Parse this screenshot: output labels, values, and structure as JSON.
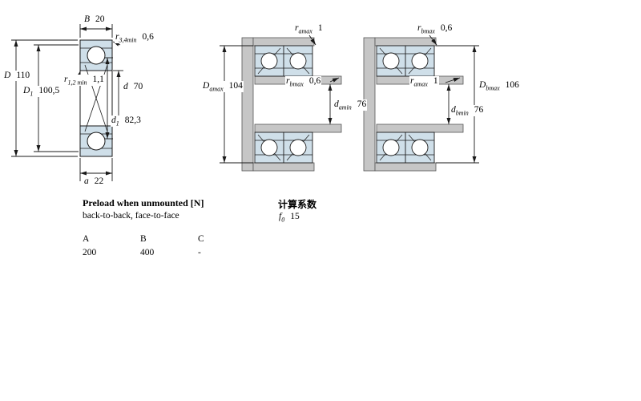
{
  "figures": {
    "left": {
      "B": {
        "base": "B",
        "value": "20"
      },
      "r34": {
        "base": "r",
        "sub": "3,4min",
        "value": "0,6"
      },
      "D": {
        "base": "D",
        "value": "110"
      },
      "r12": {
        "base": "r",
        "sub": "1,2 min",
        "value": "1,1"
      },
      "D1": {
        "base": "D",
        "sub": "1",
        "value": "100,5"
      },
      "d": {
        "base": "d",
        "value": "70"
      },
      "d1": {
        "base": "d",
        "sub": "1",
        "value": "82,3"
      },
      "a": {
        "base": "a",
        "value": "22"
      }
    },
    "back_to_back": {
      "ramax": {
        "base": "r",
        "sub": "amax",
        "value": "1"
      },
      "Damax": {
        "base": "D",
        "sub": "amax",
        "value": "104"
      },
      "rbmax": {
        "base": "r",
        "sub": "bmax",
        "value": "0,6"
      },
      "damin": {
        "base": "d",
        "sub": "amin",
        "value": "76"
      }
    },
    "face_to_face": {
      "rbmax": {
        "base": "r",
        "sub": "bmax",
        "value": "0,6"
      },
      "ramax": {
        "base": "r",
        "sub": "amax",
        "value": "1"
      },
      "Dbmax": {
        "base": "D",
        "sub": "bmax",
        "value": "106"
      },
      "dbmin": {
        "base": "d",
        "sub": "bmin",
        "value": "76"
      }
    }
  },
  "preload": {
    "title": "Preload when unmounted [N]",
    "subtitle": "back-to-back, face-to-face",
    "columns": [
      "A",
      "B",
      "C"
    ],
    "values": [
      "200",
      "400",
      "-"
    ]
  },
  "calculation": {
    "title": "计算系数",
    "f0": {
      "base": "f",
      "sub": "0",
      "value": "15"
    }
  },
  "colors": {
    "bearing_ring": "#cfdfe9",
    "steel_gray": "#c6c6c6",
    "line": "#1a1a1a"
  }
}
